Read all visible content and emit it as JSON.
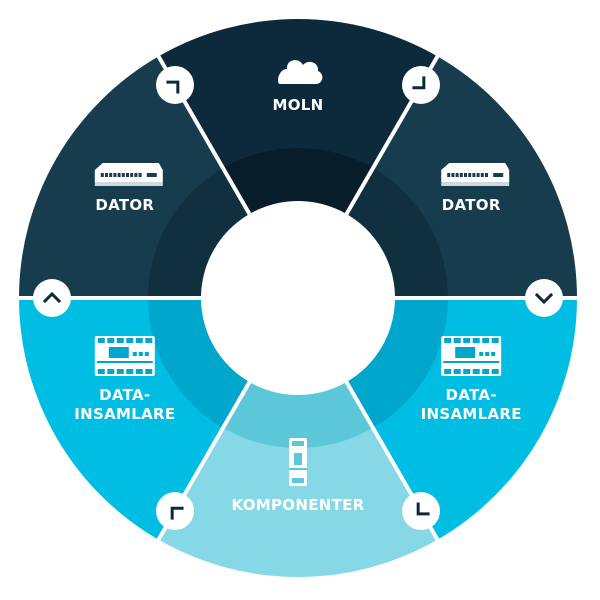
{
  "diagram": {
    "segments": [
      {
        "id": "moln",
        "lines": [
          "MOLN"
        ],
        "icon": "cloud-icon",
        "color": "#0d2a3c",
        "ring_color": "#081d2a"
      },
      {
        "id": "dator-right",
        "lines": [
          "DATOR"
        ],
        "icon": "server-icon",
        "color": "#173c4e",
        "ring_color": "#10303f"
      },
      {
        "id": "datainsamlare-right",
        "lines": [
          "DATA-",
          "INSAMLARE"
        ],
        "icon": "controller-icon",
        "color": "#00bde3",
        "ring_color": "#00a6cc"
      },
      {
        "id": "komponenter",
        "lines": [
          "KOMPONENTER"
        ],
        "icon": "din-module-icon",
        "color": "#86d8e7",
        "ring_color": "#5dc7da"
      },
      {
        "id": "datainsamlare-left",
        "lines": [
          "DATA-",
          "INSAMLARE"
        ],
        "icon": "controller-icon",
        "color": "#00bde3",
        "ring_color": "#00a6cc"
      },
      {
        "id": "dator-left",
        "lines": [
          "DATOR"
        ],
        "icon": "server-icon",
        "color": "#173c4e",
        "ring_color": "#10303f"
      }
    ],
    "connectors": [
      {
        "id": "top-left",
        "icon": "chevron-up-right-icon"
      },
      {
        "id": "top-right",
        "icon": "chevron-down-right-icon"
      },
      {
        "id": "right",
        "icon": "chevron-down-icon"
      },
      {
        "id": "bottom-right",
        "icon": "chevron-down-left-icon"
      },
      {
        "id": "bottom-left",
        "icon": "chevron-up-left-icon"
      },
      {
        "id": "left",
        "icon": "chevron-up-icon"
      }
    ]
  }
}
